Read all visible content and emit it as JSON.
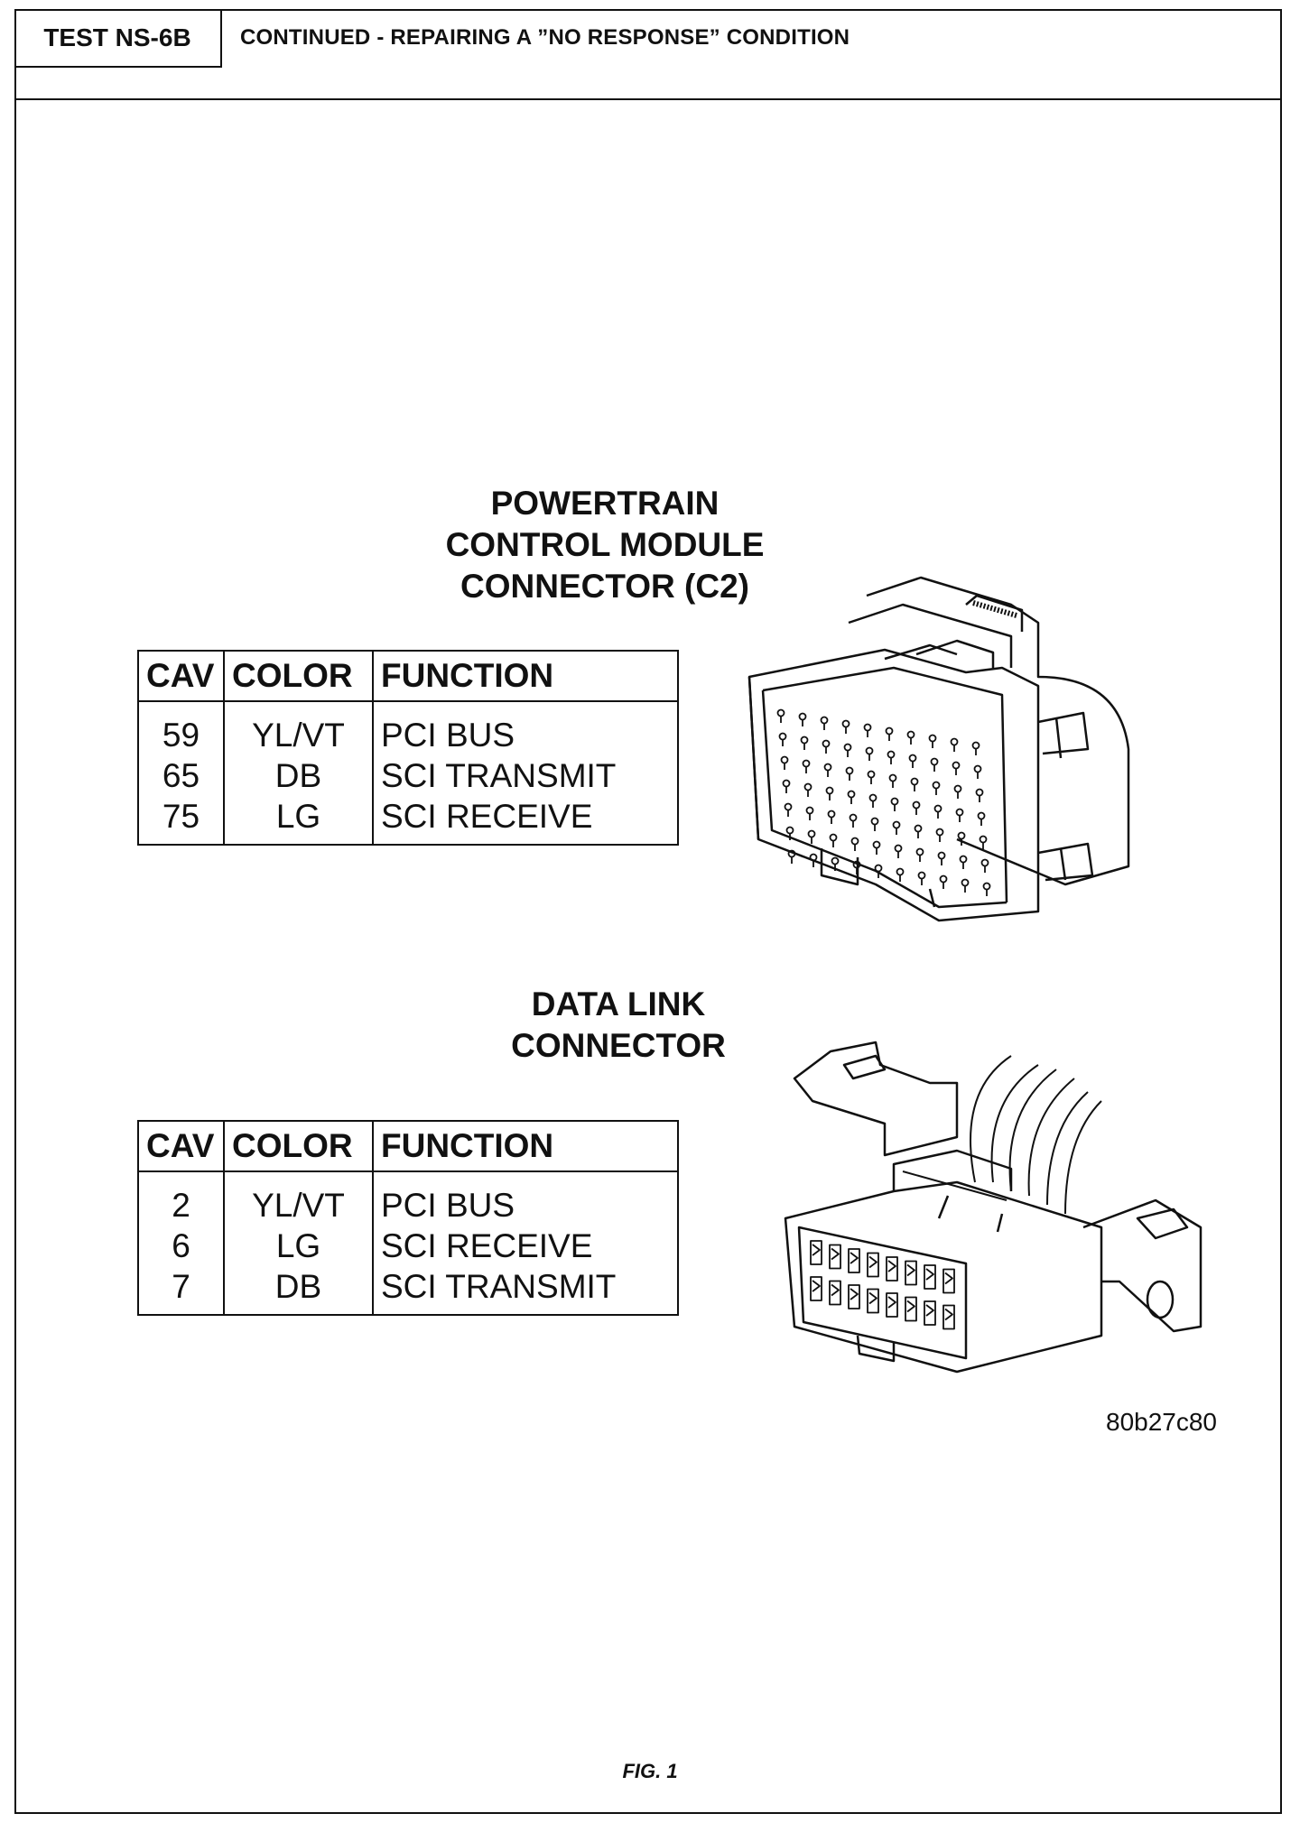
{
  "header": {
    "test_id": "TEST NS-6B",
    "title": "CONTINUED - REPAIRING A ”NO RESPONSE” CONDITION"
  },
  "pcm_connector": {
    "title_lines": [
      "POWERTRAIN",
      "CONTROL MODULE",
      "CONNECTOR (C2)"
    ],
    "columns": [
      "CAV",
      "COLOR",
      "FUNCTION"
    ],
    "rows": [
      {
        "cav": "59",
        "color": "YL/VT",
        "function": "PCI BUS"
      },
      {
        "cav": "65",
        "color": "DB",
        "function": "SCI TRANSMIT"
      },
      {
        "cav": "75",
        "color": "LG",
        "function": "SCI RECEIVE"
      }
    ]
  },
  "data_link_connector": {
    "title_lines": [
      "DATA LINK",
      "CONNECTOR"
    ],
    "columns": [
      "CAV",
      "COLOR",
      "FUNCTION"
    ],
    "rows": [
      {
        "cav": "2",
        "color": "YL/VT",
        "function": "PCI BUS"
      },
      {
        "cav": "6",
        "color": "LG",
        "function": "SCI RECEIVE"
      },
      {
        "cav": "7",
        "color": "DB",
        "function": "SCI TRANSMIT"
      }
    ]
  },
  "figure": {
    "code": "80b27c80",
    "caption": "FIG. 1"
  },
  "colors": {
    "ink": "#111111",
    "paper": "#ffffff"
  }
}
